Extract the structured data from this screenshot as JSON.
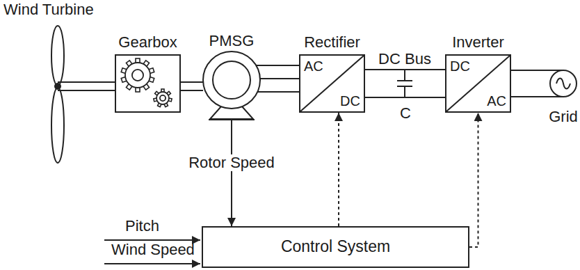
{
  "diagram": {
    "nodes": [
      {
        "text": [
          "Gearbox"
        ]
      },
      {
        "text": [
          "PMSG"
        ]
      },
      {
        "text": [
          "Rectifier",
          "AC",
          "DC"
        ]
      },
      {
        "text": [
          "Inverter",
          "DC",
          "AC"
        ]
      },
      {
        "text": [
          "Grid"
        ]
      },
      {
        "text": [
          "Control System"
        ]
      }
    ],
    "edges": [
      {
        "from": 0,
        "to": 1,
        "arrow": "none"
      },
      {
        "from": 1,
        "to": 2,
        "arrow": "none"
      },
      {
        "from": 2,
        "to": 3,
        "arrow": "none"
      },
      {
        "from": 3,
        "to": 4,
        "arrow": "none"
      },
      {
        "from": 1,
        "to": 5,
        "label": "Rotor Speed",
        "arrow": "to"
      },
      {
        "from": 5,
        "to": 2,
        "arrow": "to"
      },
      {
        "from": 5,
        "to": 3,
        "arrow": "to"
      }
    ],
    "labels": [
      "Wind Turbine",
      "DC Bus",
      "C",
      "Pitch",
      "Wind Speed"
    ]
  }
}
